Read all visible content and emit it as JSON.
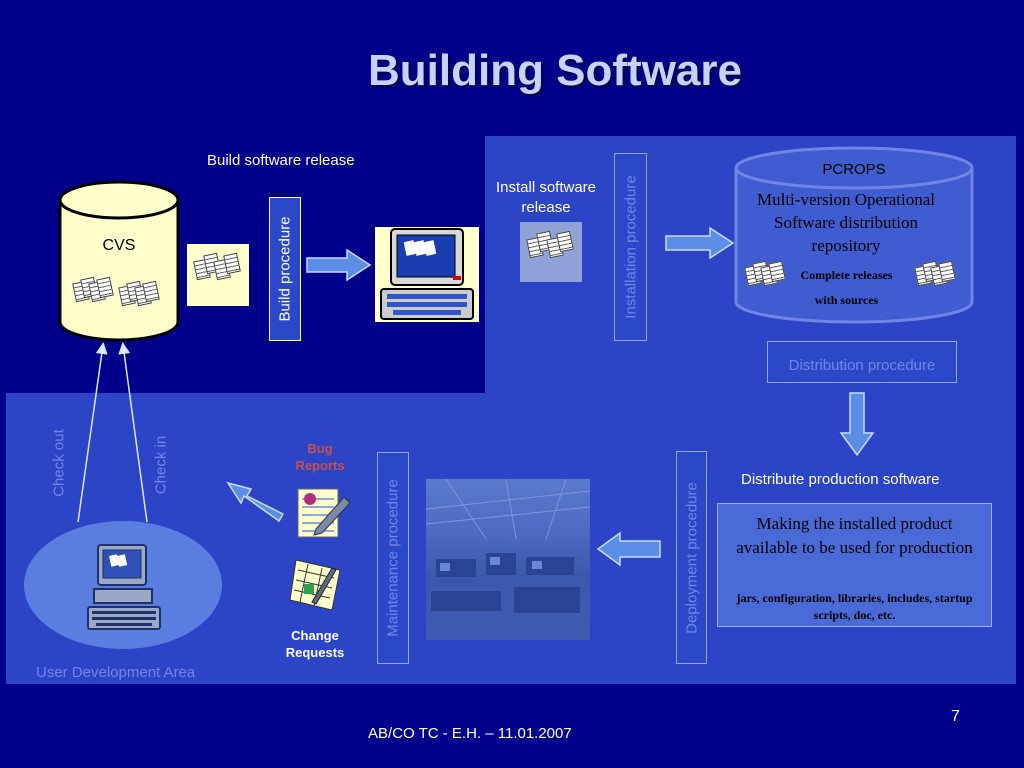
{
  "slide": {
    "title": "Building Software",
    "footer": "AB/CO TC -  E.H. – 11.01.2007",
    "page_number": "7"
  },
  "labels": {
    "build_release": "Build software release",
    "cvs": "CVS",
    "build_procedure": "Build procedure",
    "install_release": "Install software release",
    "installation_procedure": "Installation procedure",
    "pcrops": "PCROPS",
    "repository": "Multi-version Operational Software distribution repository",
    "complete_releases": "Complete releases",
    "with_sources": "with sources",
    "distribution_procedure": "Distribution procedure",
    "distribute_production": "Distribute production software",
    "making_installed": "Making the installed product available to be used for production",
    "jars_list": "jars, configuration, libraries, includes, startup scripts, doc, etc.",
    "check_out": "Check out",
    "check_in": "Check in",
    "bug_reports": "Bug Reports",
    "change_requests": "Change Requests",
    "maintenance_procedure": "Maintenance procedure",
    "deployment_procedure": "Deployment procedure",
    "user_dev_area": "User Development Area"
  },
  "colors": {
    "background": "#00008a",
    "region": "#2c44c6",
    "title": "#c8d2ff",
    "faint_text": "#6f88e8",
    "bug_label": "#c85050"
  },
  "icons": [
    "cvs-database-icon",
    "document-stack-icon",
    "computer-terminal-icon",
    "pcrops-database-icon",
    "bug-report-icon",
    "change-request-icon",
    "workstation-icon",
    "control-room-photo"
  ]
}
